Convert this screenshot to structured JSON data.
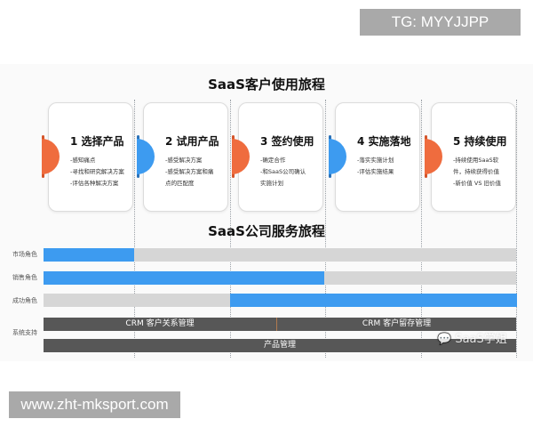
{
  "watermarks": {
    "top": "TG: MYYJJPP",
    "bottom": "www.zht-mksport.com",
    "wechat": "SaaS学姐"
  },
  "customer_journey": {
    "title": "SaaS客户使用旅程",
    "stages": [
      {
        "title": "1 选择产品",
        "color": "#ef6c3e",
        "points": [
          "-感知痛点",
          "-寻找和研究解决方案",
          "-评估各种解决方案"
        ]
      },
      {
        "title": "2 试用产品",
        "color": "#3d9bf0",
        "points": [
          "-感受解决方案",
          "-感受解决方案和痛",
          "点的匹配度"
        ]
      },
      {
        "title": "3 签约使用",
        "color": "#ef6c3e",
        "points": [
          "-确定合作",
          "-和SaaS公司确认",
          "实施计划"
        ]
      },
      {
        "title": "4 实施落地",
        "color": "#3d9bf0",
        "points": [
          "-落实实施计划",
          "-评估实施结果"
        ]
      },
      {
        "title": "5 持续使用",
        "color": "#ef6c3e",
        "points": [
          "-持续使用SaaS软",
          "件，持续获得价值",
          "-新价值 VS 旧价值"
        ]
      }
    ]
  },
  "service_journey": {
    "title": "SaaS公司服务旅程",
    "roles": [
      {
        "label": "市场角色",
        "active_from_stage": 1,
        "active_to_stage": 1
      },
      {
        "label": "销售角色",
        "active_from_stage": 1,
        "active_to_stage": 3
      },
      {
        "label": "成功角色",
        "active_from_stage": 3,
        "active_to_stage": 5
      }
    ],
    "system_support": {
      "label": "系统支持",
      "bars": [
        {
          "label": "CRM 客户关系管理",
          "span": "stages 1-3"
        },
        {
          "label": "CRM 客户留存管理",
          "span": "stages 3-5"
        },
        {
          "label": "产品管理",
          "span": "stages 1-5"
        }
      ]
    }
  },
  "colors": {
    "orange": "#ef6c3e",
    "blue": "#3d9bf0",
    "inactive_gray": "#d6d6d6",
    "system_bar": "#575757"
  }
}
